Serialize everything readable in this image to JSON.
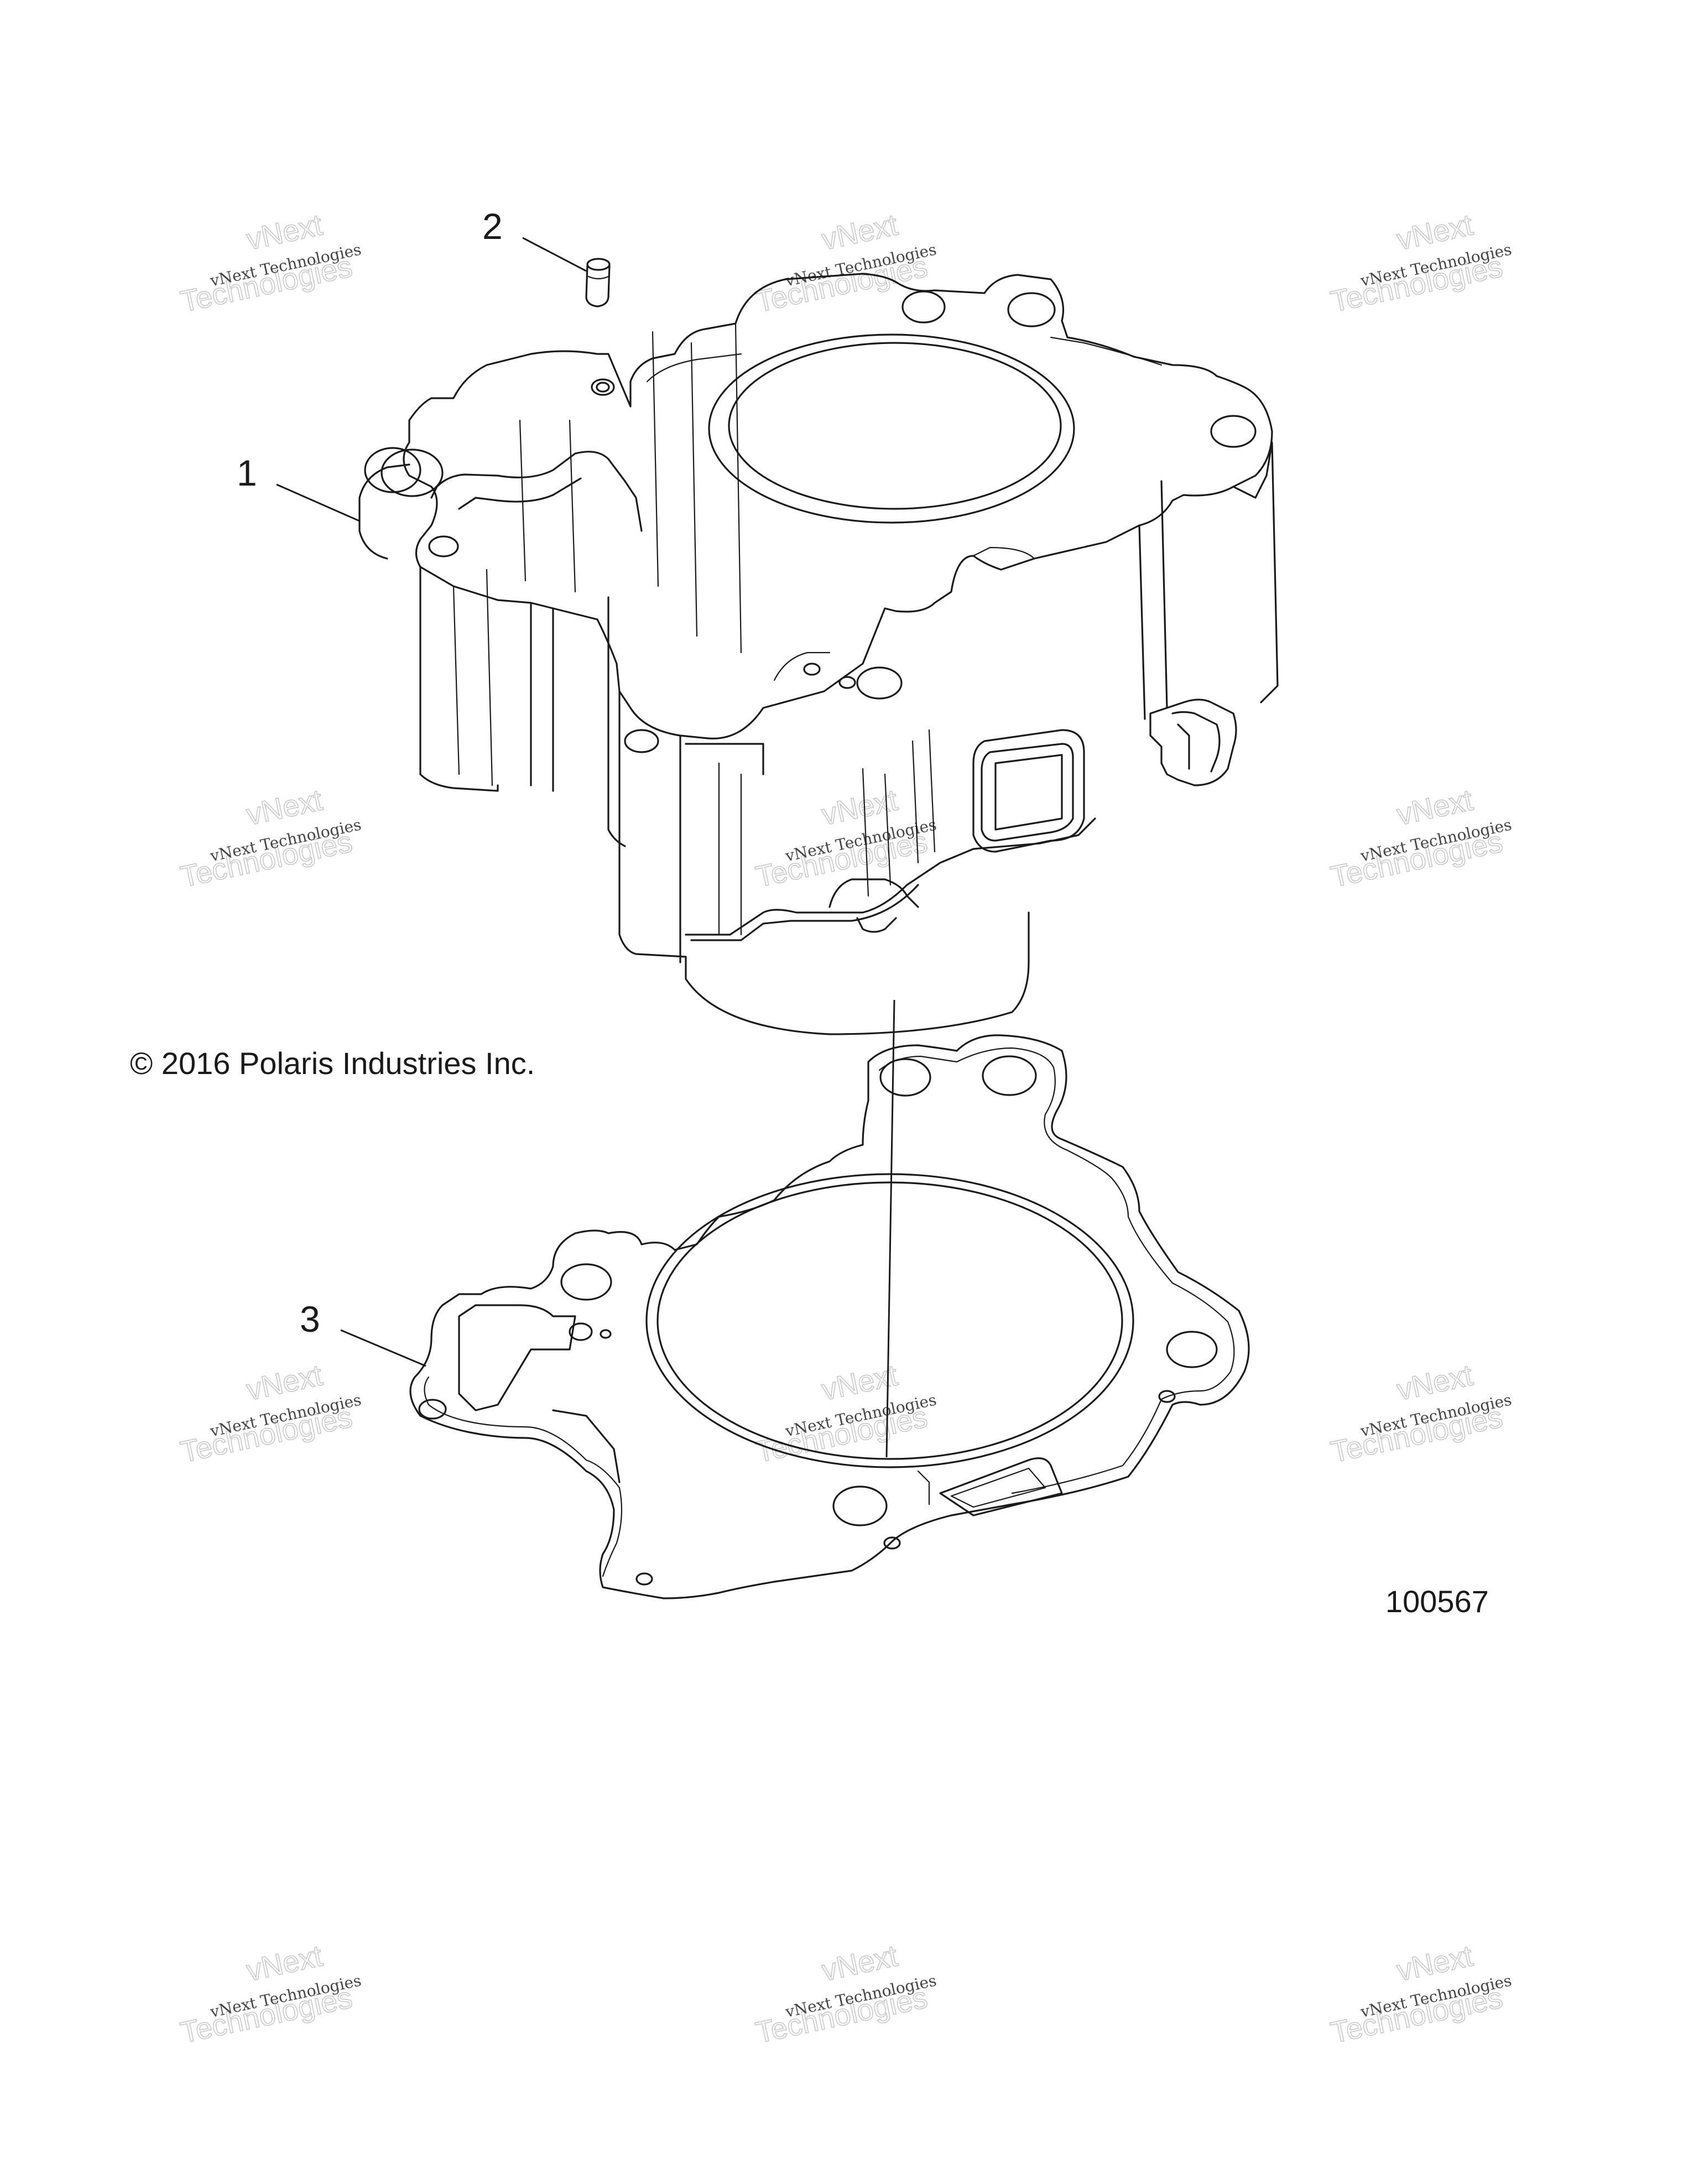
{
  "callouts": {
    "c1": "1",
    "c2": "2",
    "c3": "3"
  },
  "copyright": "© 2016 Polaris Industries Inc.",
  "part_number": "100567",
  "watermark": {
    "line1": "vNext Technologies",
    "line2": "vNext",
    "line3": "Technologies"
  },
  "parts": [
    "cylinder-block",
    "dowel-pin",
    "base-gasket"
  ]
}
